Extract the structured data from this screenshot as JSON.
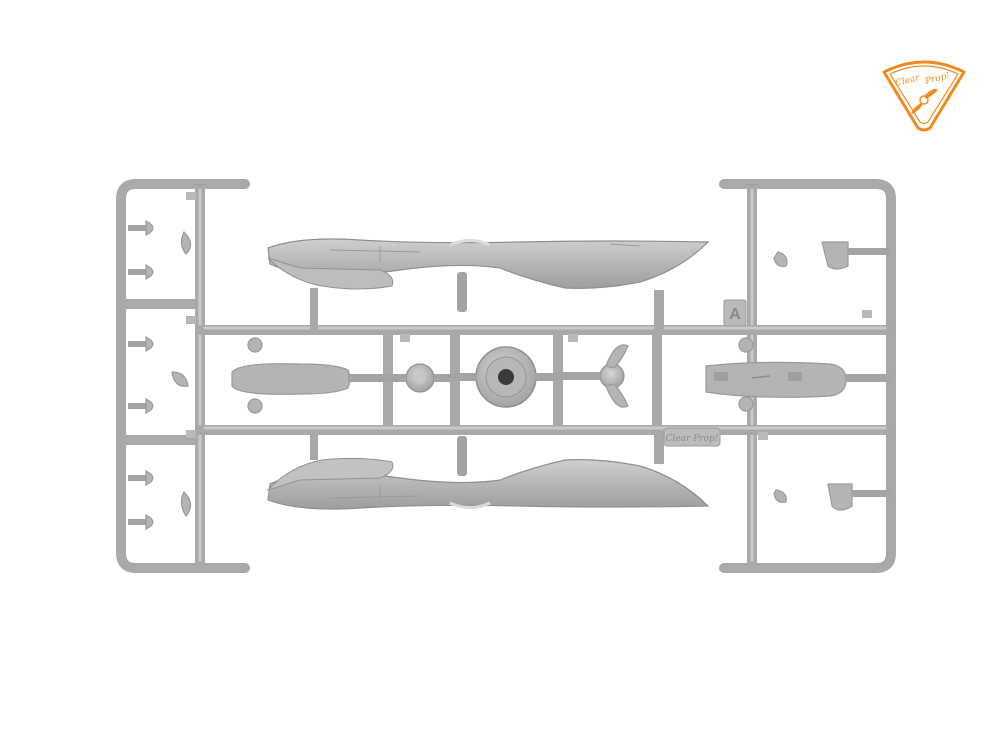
{
  "logo": {
    "text_line1": "Clear",
    "text_line2": "Prop!",
    "color": "#f08a1e"
  },
  "sprue": {
    "frame_letter": "A",
    "embossed_brand": "Clear Prop!",
    "plastic_color": "#b4b4b4",
    "background_color": "#ffffff"
  }
}
